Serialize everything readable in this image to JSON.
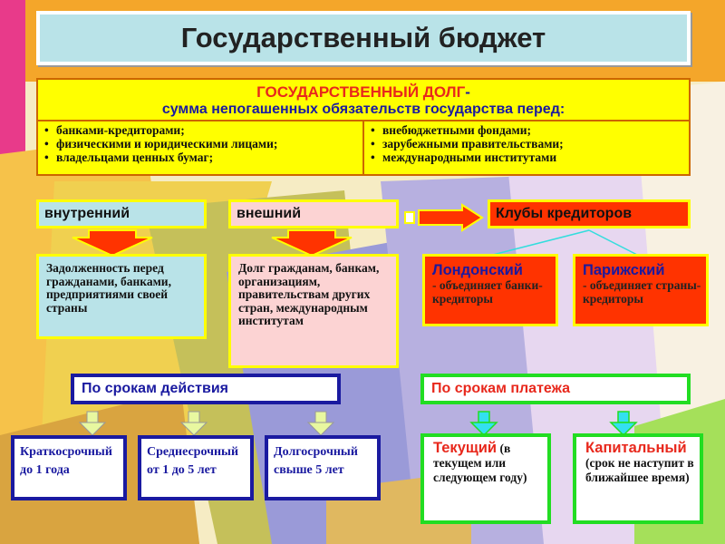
{
  "title": "Государственный бюджет",
  "debt": {
    "title": "ГОСУДАРСТВЕННЫЙ ДОЛГ",
    "dash": "-",
    "subtitle": "сумма непогашенных обязательств государства перед:",
    "left_items": [
      "банками-кредиторами;",
      "физическими и юридическими лицами;",
      "владельцами ценных бумаг;"
    ],
    "right_items": [
      "внебюджетными фондами;",
      "зарубежными правительствами;",
      "международными институтами"
    ]
  },
  "types": {
    "internal": {
      "label": "внутренний",
      "text": "Задолженность перед гражданами, банками, предприятиями своей страны"
    },
    "external": {
      "label": "внешний",
      "text": "Долг гражданам, банкам, организациям, правительствам других стран, международным институтам"
    }
  },
  "clubs": {
    "label": "Клубы кредиторов",
    "london": {
      "name": "Лондонский",
      "desc": "- объединяет банки-кредиторы"
    },
    "paris": {
      "name": "Парижский",
      "desc": "- объединяет страны-кредиторы"
    }
  },
  "terms": {
    "validity": {
      "label": "По срокам действия",
      "items": [
        "Краткосрочный до 1 года",
        "Среднесрочный от 1 до 5 лет",
        "Долгосрочный свыше 5 лет"
      ]
    },
    "payment": {
      "label": "По срокам платежа",
      "current": {
        "name": "Текущий",
        "text": "(в текущем или следующем году)"
      },
      "capital": {
        "name": "Капитальный",
        "text": "(срок не наступит в ближайшее время)"
      }
    }
  },
  "colors": {
    "title_bg": "#b9e3e8",
    "debt_bg": "#ffff00",
    "debt_title": "#e8281c",
    "debt_sub": "#1a1aa0",
    "internal_bg": "#b9e3e8",
    "external_bg": "#fcd3d3",
    "clubs_bg": "#ff3300",
    "validity_border": "#1a1aa0",
    "payment_border": "#22dd22",
    "arrow_orange": "#ff3300"
  }
}
